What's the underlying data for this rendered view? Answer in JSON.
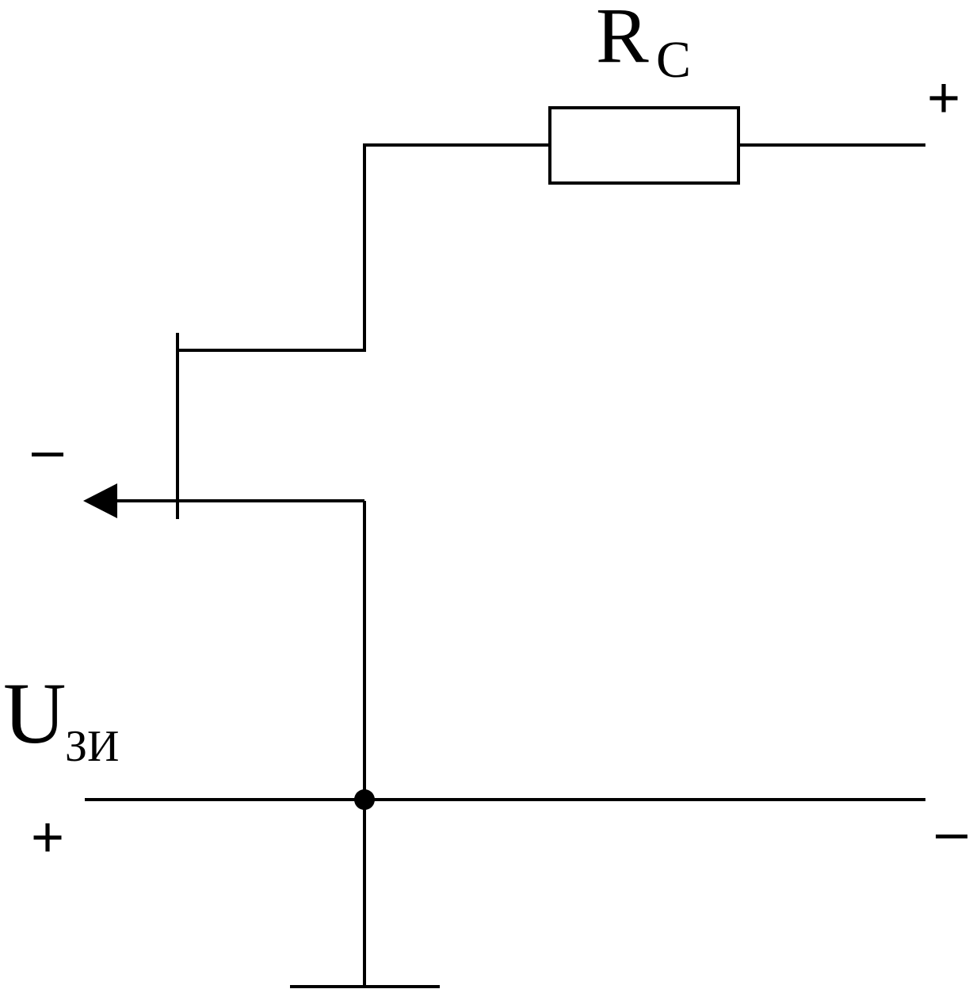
{
  "diagram": {
    "resistor": {
      "label_main": "R",
      "label_sub": "C"
    },
    "voltage": {
      "label_main": "U",
      "label_sub": "ЗИ"
    },
    "signs": {
      "supply_top_right": "+",
      "gate_minus": "–",
      "bottom_left_plus": "+",
      "bottom_right_minus": "–"
    },
    "colors": {
      "line": "#000000",
      "background": "#ffffff"
    }
  }
}
